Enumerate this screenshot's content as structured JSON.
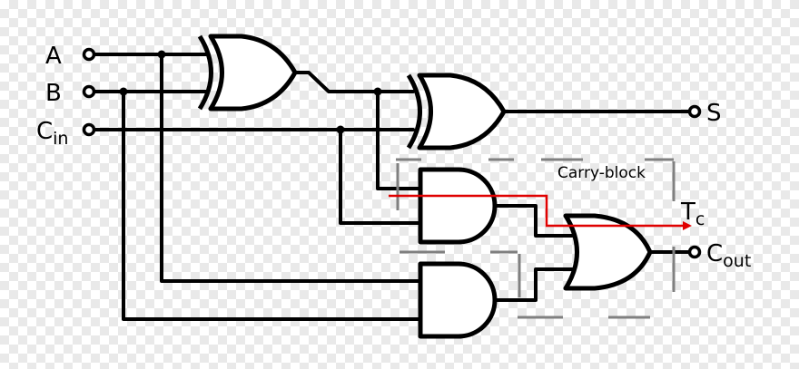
{
  "inputs": {
    "a": "A",
    "b": "B",
    "cin": "C",
    "cin_sub": "in"
  },
  "outputs": {
    "s": "S",
    "cout": "C",
    "cout_sub": "out"
  },
  "carry_block": {
    "label": "Carry-block",
    "tc": "T",
    "tc_sub": "c"
  },
  "colors": {
    "wire": "#000000",
    "critical_path": "#e00000",
    "block_outline": "#808080"
  }
}
